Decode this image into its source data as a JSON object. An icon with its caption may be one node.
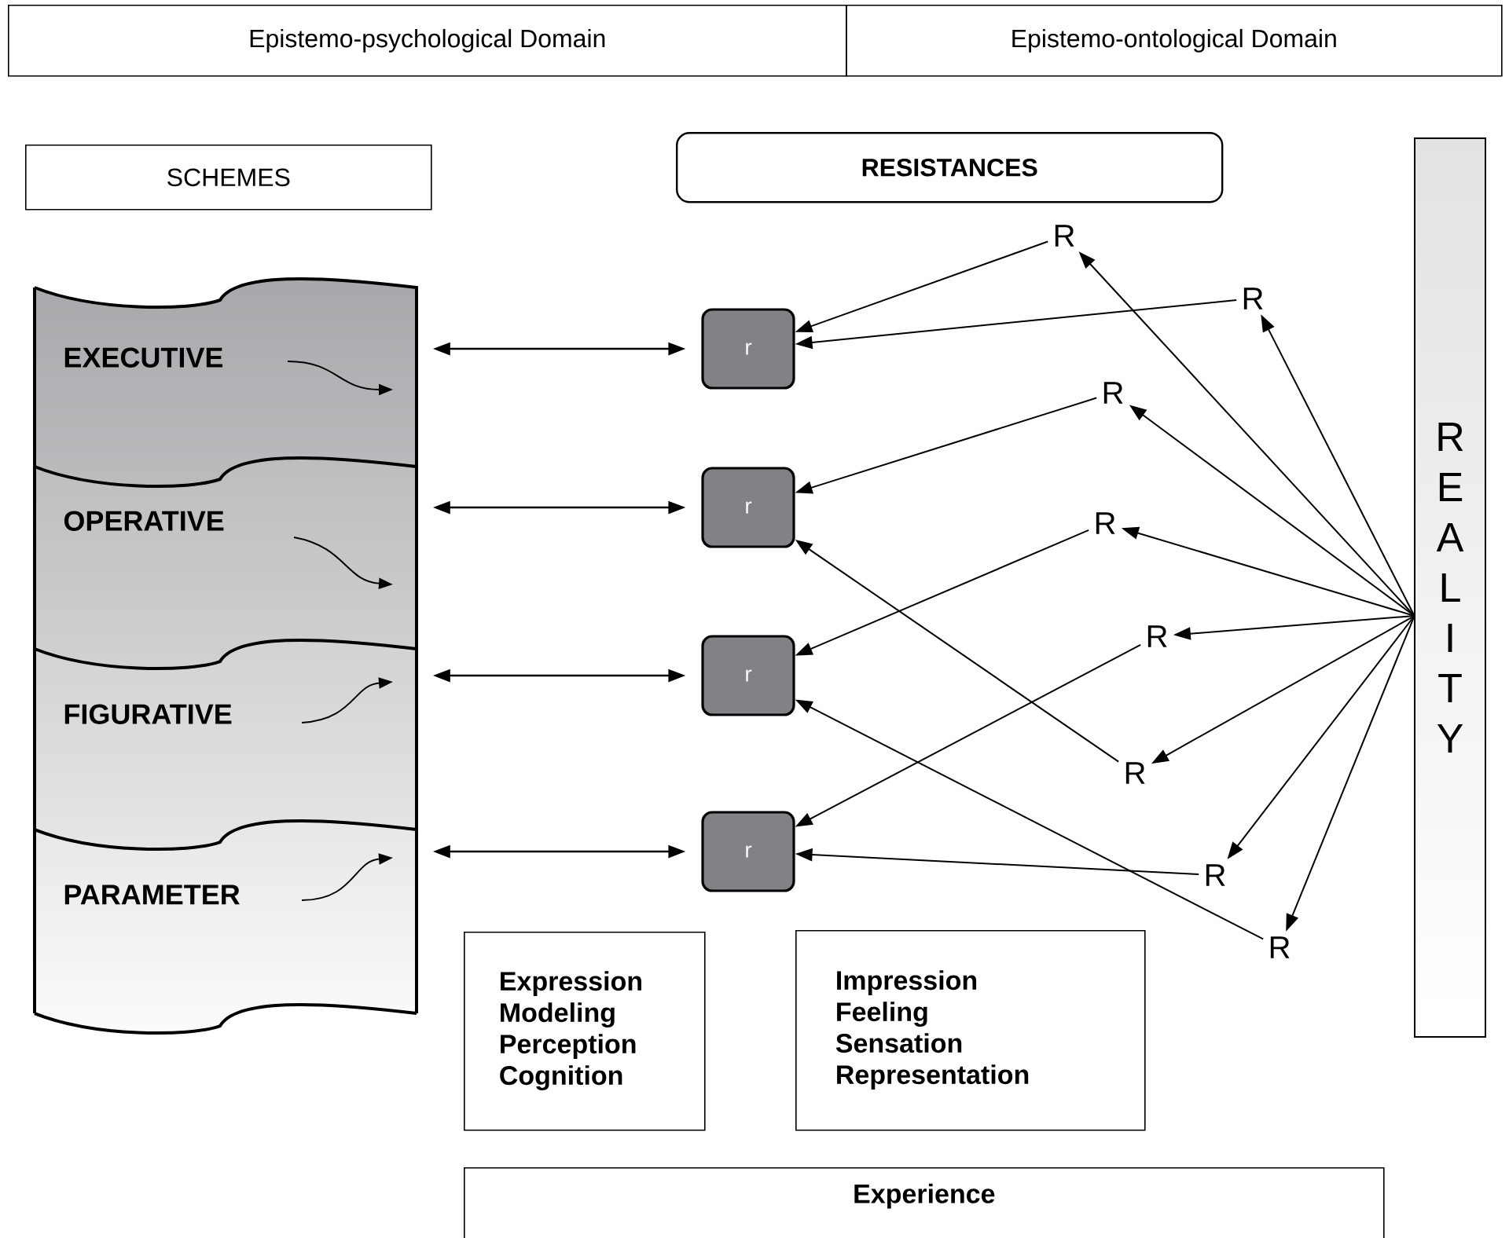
{
  "diagram": {
    "nodes": [
      {
        "text": [
          "Epistemo-psychological Domain"
        ]
      },
      {
        "text": [
          "Epistemo-ontological Domain"
        ]
      },
      {
        "text": [
          "SCHEMES"
        ]
      },
      {
        "text": [
          "RESISTANCES"
        ]
      },
      {
        "text": [
          "EXECUTIVE"
        ]
      },
      {
        "text": [
          "OPERATIVE"
        ]
      },
      {
        "text": [
          "FIGURATIVE"
        ]
      },
      {
        "text": [
          "PARAMETER"
        ]
      },
      {
        "text": [
          "r"
        ]
      },
      {
        "text": [
          "r"
        ]
      },
      {
        "text": [
          "r"
        ]
      },
      {
        "text": [
          "r"
        ]
      },
      {
        "text": [
          "REALITY"
        ]
      },
      {
        "text": [
          "Expression",
          "Modeling",
          "Perception",
          "Cognition"
        ]
      },
      {
        "text": [
          "Impression",
          "Feeling",
          "Sensation",
          "Representation"
        ]
      },
      {
        "text": [
          "Experience"
        ]
      },
      {
        "text": [
          "R"
        ]
      },
      {
        "text": [
          "R"
        ]
      },
      {
        "text": [
          "R"
        ]
      },
      {
        "text": [
          "R"
        ]
      },
      {
        "text": [
          "R"
        ]
      },
      {
        "text": [
          "R"
        ]
      },
      {
        "text": [
          "R"
        ]
      },
      {
        "text": [
          "R"
        ]
      }
    ],
    "edges": [
      {
        "from": 4,
        "to": 8,
        "arrow": "both"
      },
      {
        "from": 5,
        "to": 9,
        "arrow": "both"
      },
      {
        "from": 6,
        "to": 10,
        "arrow": "both"
      },
      {
        "from": 7,
        "to": 11,
        "arrow": "both"
      },
      {
        "from": 12,
        "to": 16,
        "arrow": "to"
      },
      {
        "from": 12,
        "to": 17,
        "arrow": "to"
      },
      {
        "from": 12,
        "to": 18,
        "arrow": "to"
      },
      {
        "from": 12,
        "to": 19,
        "arrow": "to"
      },
      {
        "from": 12,
        "to": 20,
        "arrow": "to"
      },
      {
        "from": 12,
        "to": 21,
        "arrow": "to"
      },
      {
        "from": 12,
        "to": 22,
        "arrow": "to"
      },
      {
        "from": 12,
        "to": 23,
        "arrow": "to"
      },
      {
        "from": 16,
        "to": 8,
        "arrow": "to"
      },
      {
        "from": 17,
        "to": 8,
        "arrow": "to"
      },
      {
        "from": 18,
        "to": 9,
        "arrow": "to"
      },
      {
        "from": 21,
        "to": 9,
        "arrow": "to"
      },
      {
        "from": 19,
        "to": 10,
        "arrow": "to"
      },
      {
        "from": 23,
        "to": 10,
        "arrow": "to"
      },
      {
        "from": 20,
        "to": 11,
        "arrow": "to"
      },
      {
        "from": 22,
        "to": 11,
        "arrow": "to"
      }
    ]
  }
}
